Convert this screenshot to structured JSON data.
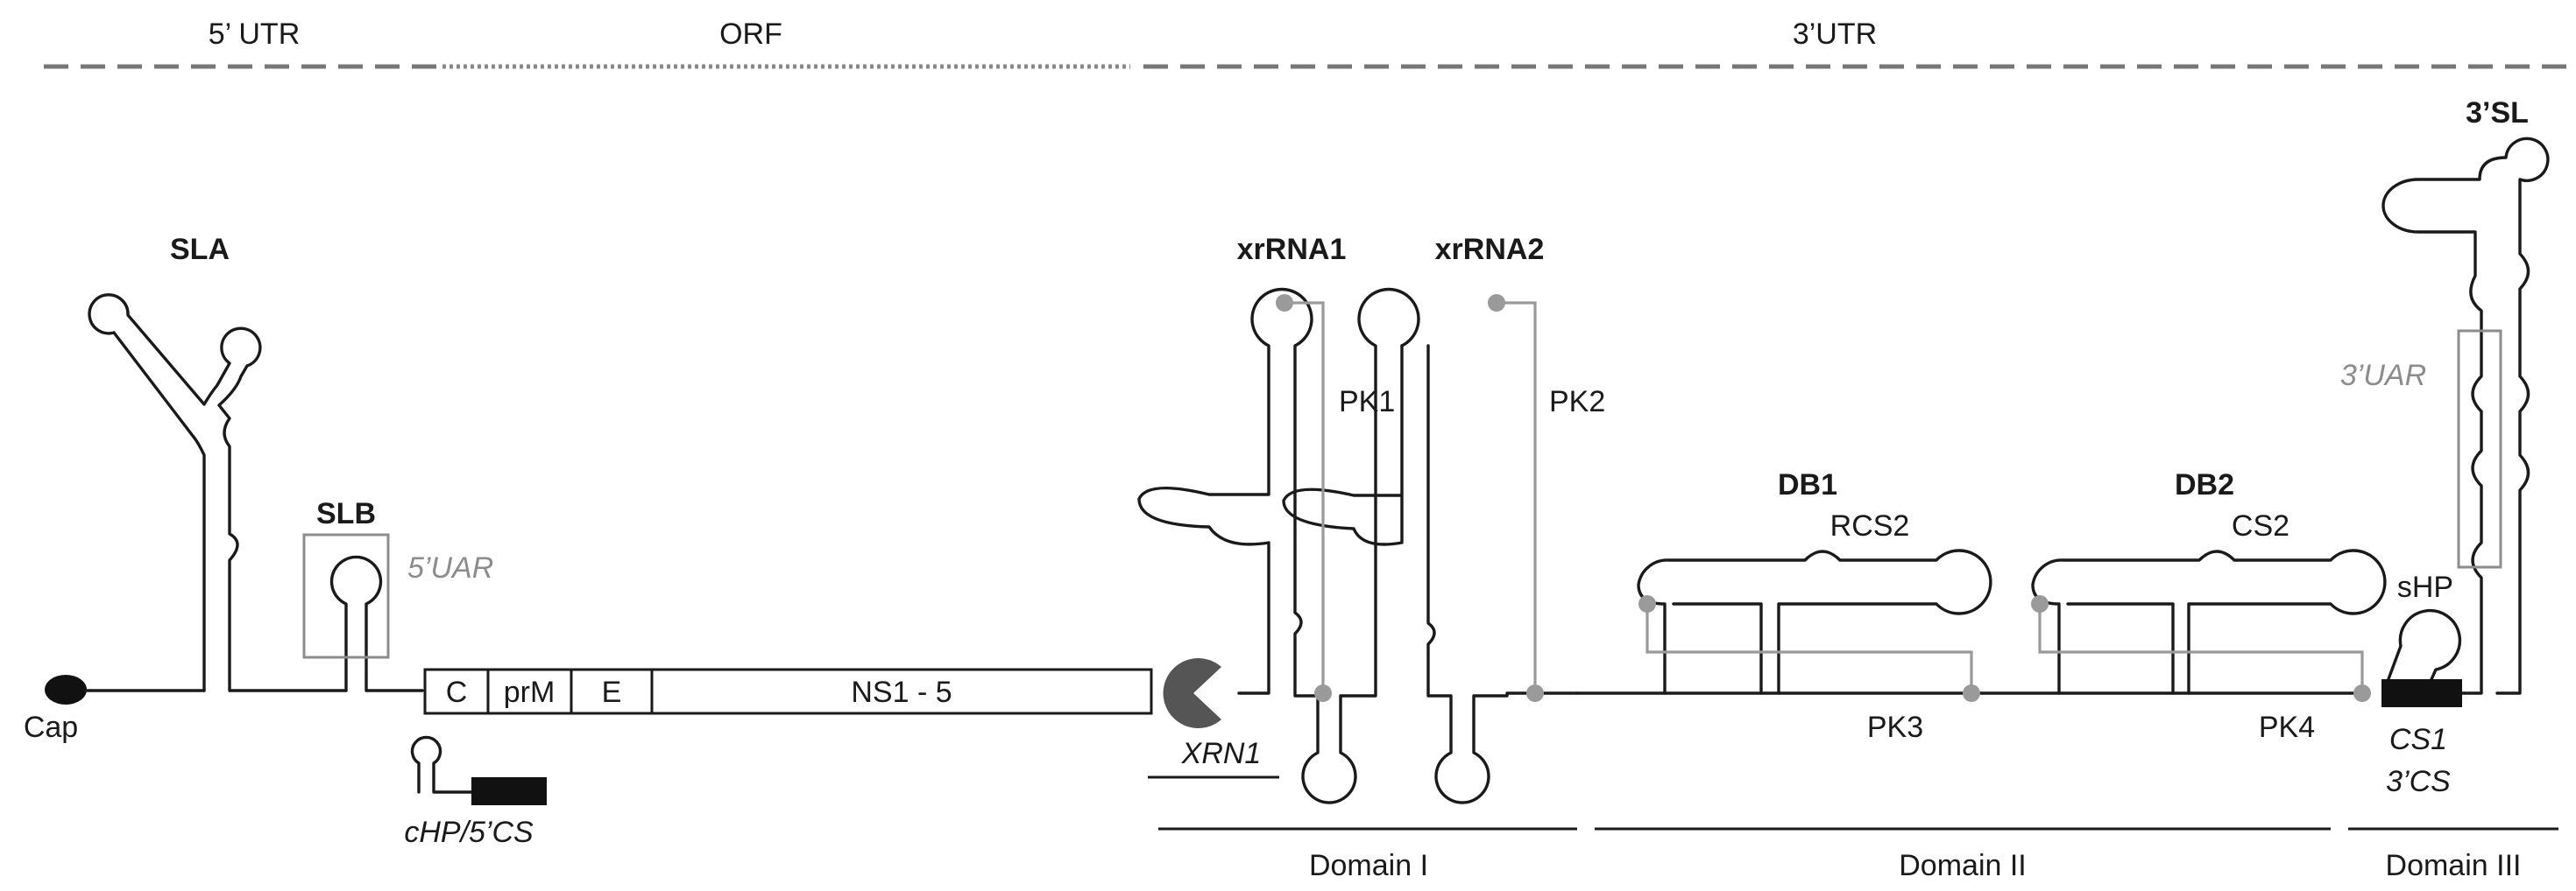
{
  "regions": {
    "utr5": "5’ UTR",
    "orf": "ORF",
    "utr3": "3’UTR"
  },
  "five_prime": {
    "cap": "Cap",
    "sla": "SLA",
    "slb": "SLB",
    "uar5": "5’UAR",
    "chp": "cHP/5’CS"
  },
  "orf_genes": {
    "c": "C",
    "prm": "prM",
    "e": "E",
    "ns": "NS1 - 5"
  },
  "xrn1": "XRN1",
  "structures": {
    "xrrna1": "xrRNA1",
    "xrrna2": "xrRNA2",
    "pk1": "PK1",
    "pk2": "PK2",
    "db1": "DB1",
    "db2": "DB2",
    "rcs2": "RCS2",
    "cs2": "CS2",
    "pk3": "PK3",
    "pk4": "PK4",
    "shp": "sHP",
    "sl3": "3’SL",
    "uar3": "3’UAR",
    "cs1": "CS1",
    "cs3": "3’CS"
  },
  "domains": {
    "d1": "Domain I",
    "d2": "Domain II",
    "d3": "Domain III"
  },
  "colors": {
    "ink": "#1a1a1a",
    "pseudoknot_gray": "#9a9a9a",
    "cs_box": "#1a1a1a",
    "xrn1": "#555555"
  }
}
